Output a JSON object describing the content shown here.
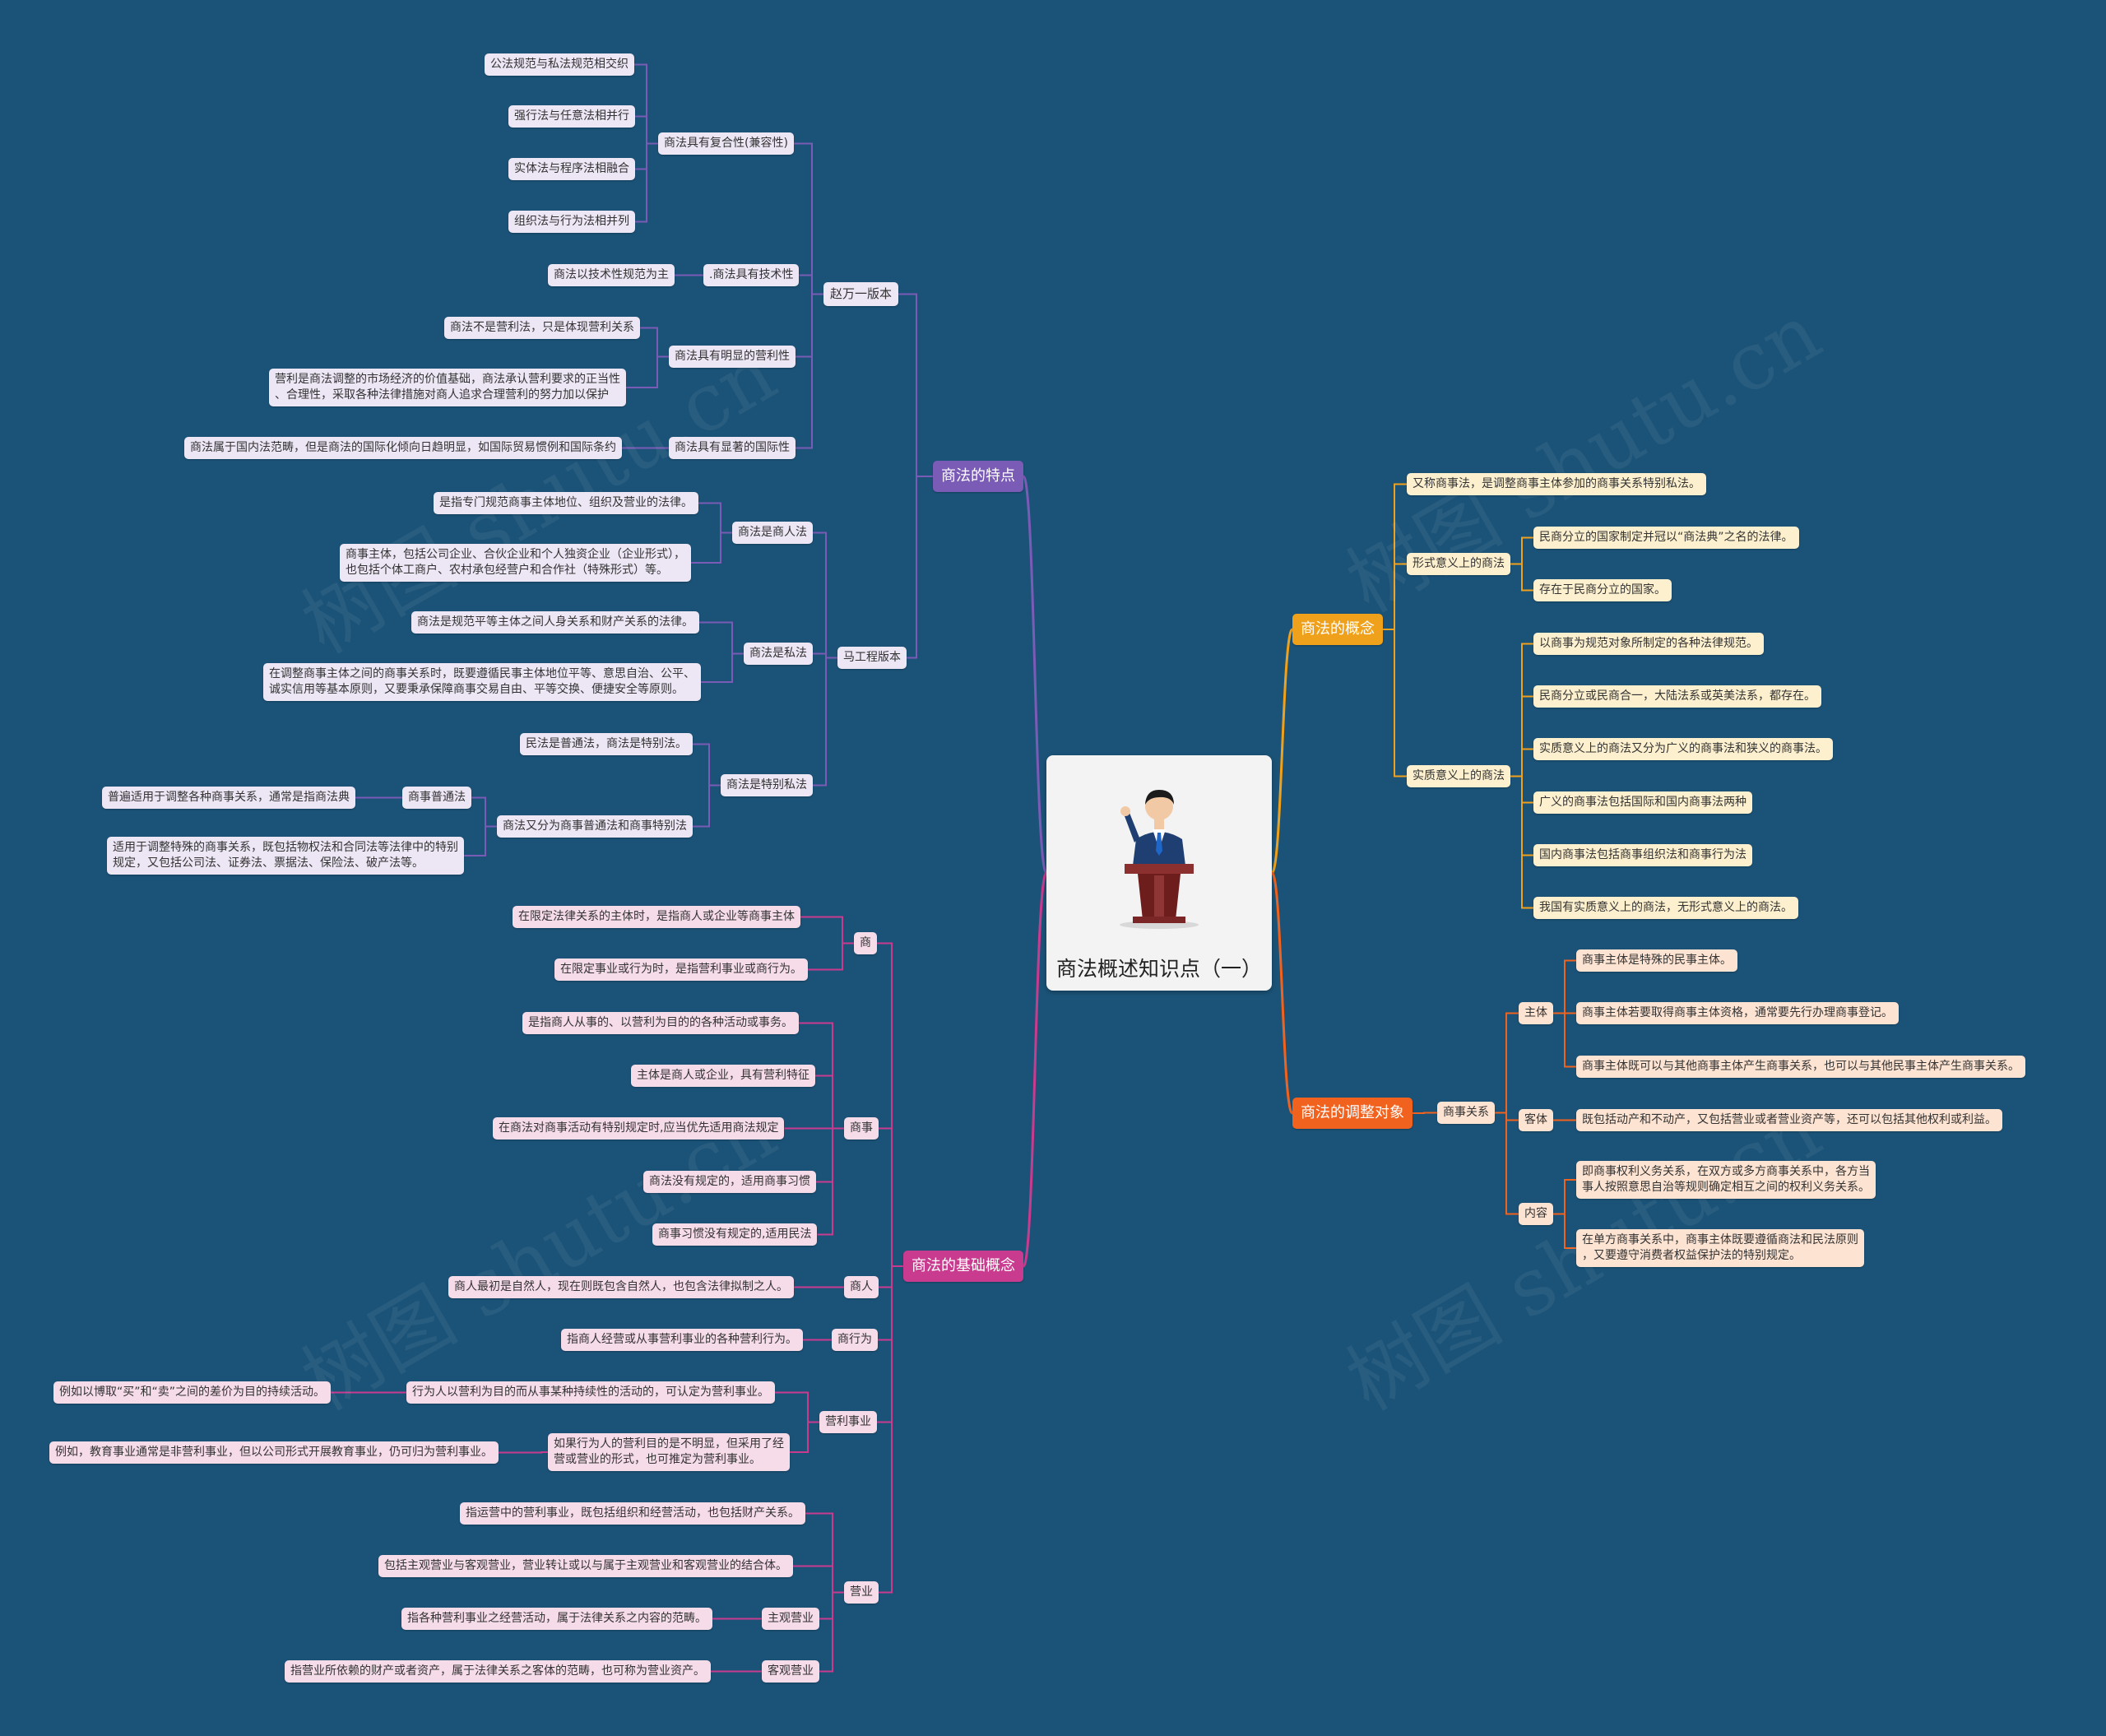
{
  "center": {
    "title": "商法概述知识点（一）"
  },
  "watermark": "树图 shutu.cn",
  "colors": {
    "background": "#1b5378",
    "purple": "#7a5bb5",
    "magenta": "#c93b8f",
    "amber": "#f0a11b",
    "orange": "#f0621e",
    "lavender": "#ece6f5",
    "pink": "#f6dbe9",
    "cream": "#fdf0cf",
    "peach": "#fde3d2"
  },
  "branches": {
    "features": {
      "label": "商法的特点",
      "zhao": {
        "label": "赵万一版本",
        "composite": {
          "label": "商法具有复合性(兼容性)",
          "items": [
            "公法规范与私法规范相交织",
            "强行法与任意法相并行",
            "实体法与程序法相融合",
            "组织法与行为法相并列"
          ]
        },
        "technical": {
          "label": ".商法具有技术性",
          "items": [
            "商法以技术性规范为主"
          ]
        },
        "profit": {
          "label": "商法具有明显的营利性",
          "items": [
            "商法不是营利法，只是体现营利关系",
            "营利是商法调整的市场经济的价值基础，商法承认营利要求的正当性\n、合理性，采取各种法律措施对商人追求合理营利的努力加以保护"
          ]
        },
        "international": {
          "label": "商法具有显著的国际性",
          "items": [
            "商法属于国内法范畴，但是商法的国际化倾向日趋明显，如国际贸易惯例和国际条约"
          ]
        }
      },
      "ma": {
        "label": "马工程版本",
        "merchant": {
          "label": "商法是商人法",
          "items": [
            "是指专门规范商事主体地位、组织及营业的法律。",
            "商事主体，包括公司企业、合伙企业和个人独资企业（企业形式），\n也包括个体工商户、农村承包经营户和合作社（特殊形式）等。"
          ]
        },
        "private": {
          "label": "商法是私法",
          "items": [
            "商法是规范平等主体之间人身关系和财产关系的法律。",
            "在调整商事主体之间的商事关系时，既要遵循民事主体地位平等、意思自治、公平、\n诚实信用等基本原则，又要秉承保障商事交易自由、平等交换、便捷安全等原则。"
          ]
        },
        "special": {
          "label": "商法是特别私法",
          "item0": "民法是普通法，商法是特别法。",
          "sub": {
            "label": "商法又分为商事普通法和商事特别法",
            "general": {
              "label": "商事普通法",
              "item": "普遍适用于调整各种商事关系，通常是指商法典"
            },
            "specific": "适用于调整特殊的商事关系，既包括物权法和合同法等法律中的特别\n规定，又包括公司法、证券法、票据法、保险法、破产法等。"
          }
        }
      }
    },
    "basics": {
      "label": "商法的基础概念",
      "shang": {
        "label": "商",
        "items": [
          "在限定法律关系的主体时，是指商人或企业等商事主体",
          "在限定事业或行为时，是指营利事业或商行为。"
        ]
      },
      "shangshi": {
        "label": "商事",
        "items": [
          "是指商人从事的、以营利为目的的各种活动或事务。",
          "主体是商人或企业，具有营利特征",
          "在商法对商事活动有特别规定时,应当优先适用商法规定",
          "商法没有规定的，适用商事习惯",
          "商事习惯没有规定的,适用民法"
        ]
      },
      "shangren": {
        "label": "商人",
        "items": [
          "商人最初是自然人，现在则既包含自然人，也包含法律拟制之人。"
        ]
      },
      "shangxingwei": {
        "label": "商行为",
        "items": [
          "指商人经营或从事营利事业的各种营利行为。"
        ]
      },
      "yingli": {
        "label": "营利事业",
        "a": {
          "text": "行为人以营利为目的而从事某种持续性的活动的，可认定为营利事业。",
          "example": "例如以博取“买”和“卖”之间的差价为目的持续活动。"
        },
        "b": {
          "text": "如果行为人的营利目的是不明显，但采用了经\n营或营业的形式，也可推定为营利事业。",
          "example": "例如，教育事业通常是非营利事业，但以公司形式开展教育事业，仍可归为营利事业。"
        }
      },
      "yingye": {
        "label": "营业",
        "items": [
          "指运营中的营利事业，既包括组织和经营活动，也包括财产关系。",
          "包括主观营业与客观营业，营业转让或以与属于主观营业和客观营业的结合体。"
        ],
        "subjective": {
          "label": "主观营业",
          "item": "指各种营利事业之经营活动，属于法律关系之内容的范畴。"
        },
        "objective": {
          "label": "客观营业",
          "item": "指营业所依赖的财产或者资产，属于法律关系之客体的范畴，也可称为营业资产。"
        }
      }
    },
    "concept": {
      "label": "商法的概念",
      "alias": "又称商事法，是调整商事主体参加的商事关系特别私法。",
      "formal": {
        "label": "形式意义上的商法",
        "items": [
          "民商分立的国家制定并冠以“商法典”之名的法律。",
          "存在于民商分立的国家。"
        ]
      },
      "substantive": {
        "label": "实质意义上的商法",
        "items": [
          "以商事为规范对象所制定的各种法律规范。",
          "民商分立或民商合一，大陆法系或英美法系，都存在。",
          "实质意义上的商法又分为广义的商事法和狭义的商事法。",
          "广义的商事法包括国际和国内商事法两种",
          "国内商事法包括商事组织法和商事行为法",
          "我国有实质意义上的商法，无形式意义上的商法。"
        ]
      }
    },
    "object": {
      "label": "商法的调整对象",
      "relation": {
        "label": "商事关系",
        "subject": {
          "label": "主体",
          "items": [
            "商事主体是特殊的民事主体。",
            "商事主体若要取得商事主体资格，通常要先行办理商事登记。",
            "商事主体既可以与其他商事主体产生商事关系，也可以与其他民事主体产生商事关系。"
          ]
        },
        "objectp": {
          "label": "客体",
          "items": [
            "既包括动产和不动产，又包括营业或者营业资产等，还可以包括其他权利或利益。"
          ]
        },
        "content": {
          "label": "内容",
          "items": [
            "即商事权利义务关系，在双方或多方商事关系中，各方当\n事人按照意思自治等规则确定相互之间的权利义务关系。",
            "在单方商事关系中，商事主体既要遵循商法和民法原则\n，又要遵守消费者权益保护法的特别规定。"
          ]
        }
      }
    }
  }
}
